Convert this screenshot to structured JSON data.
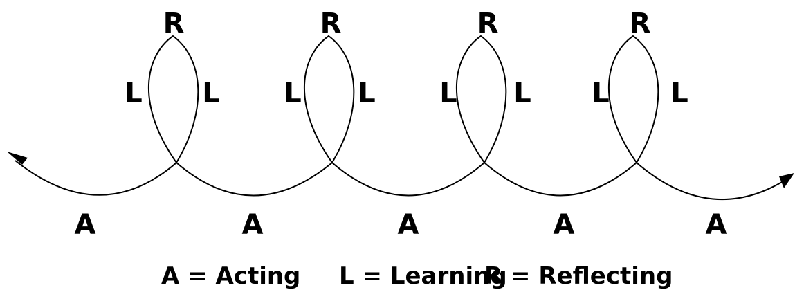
{
  "diagram": {
    "labels": {
      "reflect": "R",
      "learn": "L",
      "act": "A"
    },
    "legend": {
      "acting": "A = Acting",
      "learning": "L = Learning",
      "reflecting": "R = Reflecting"
    },
    "colors": {
      "stroke": "#000000",
      "background": "#ffffff"
    }
  }
}
